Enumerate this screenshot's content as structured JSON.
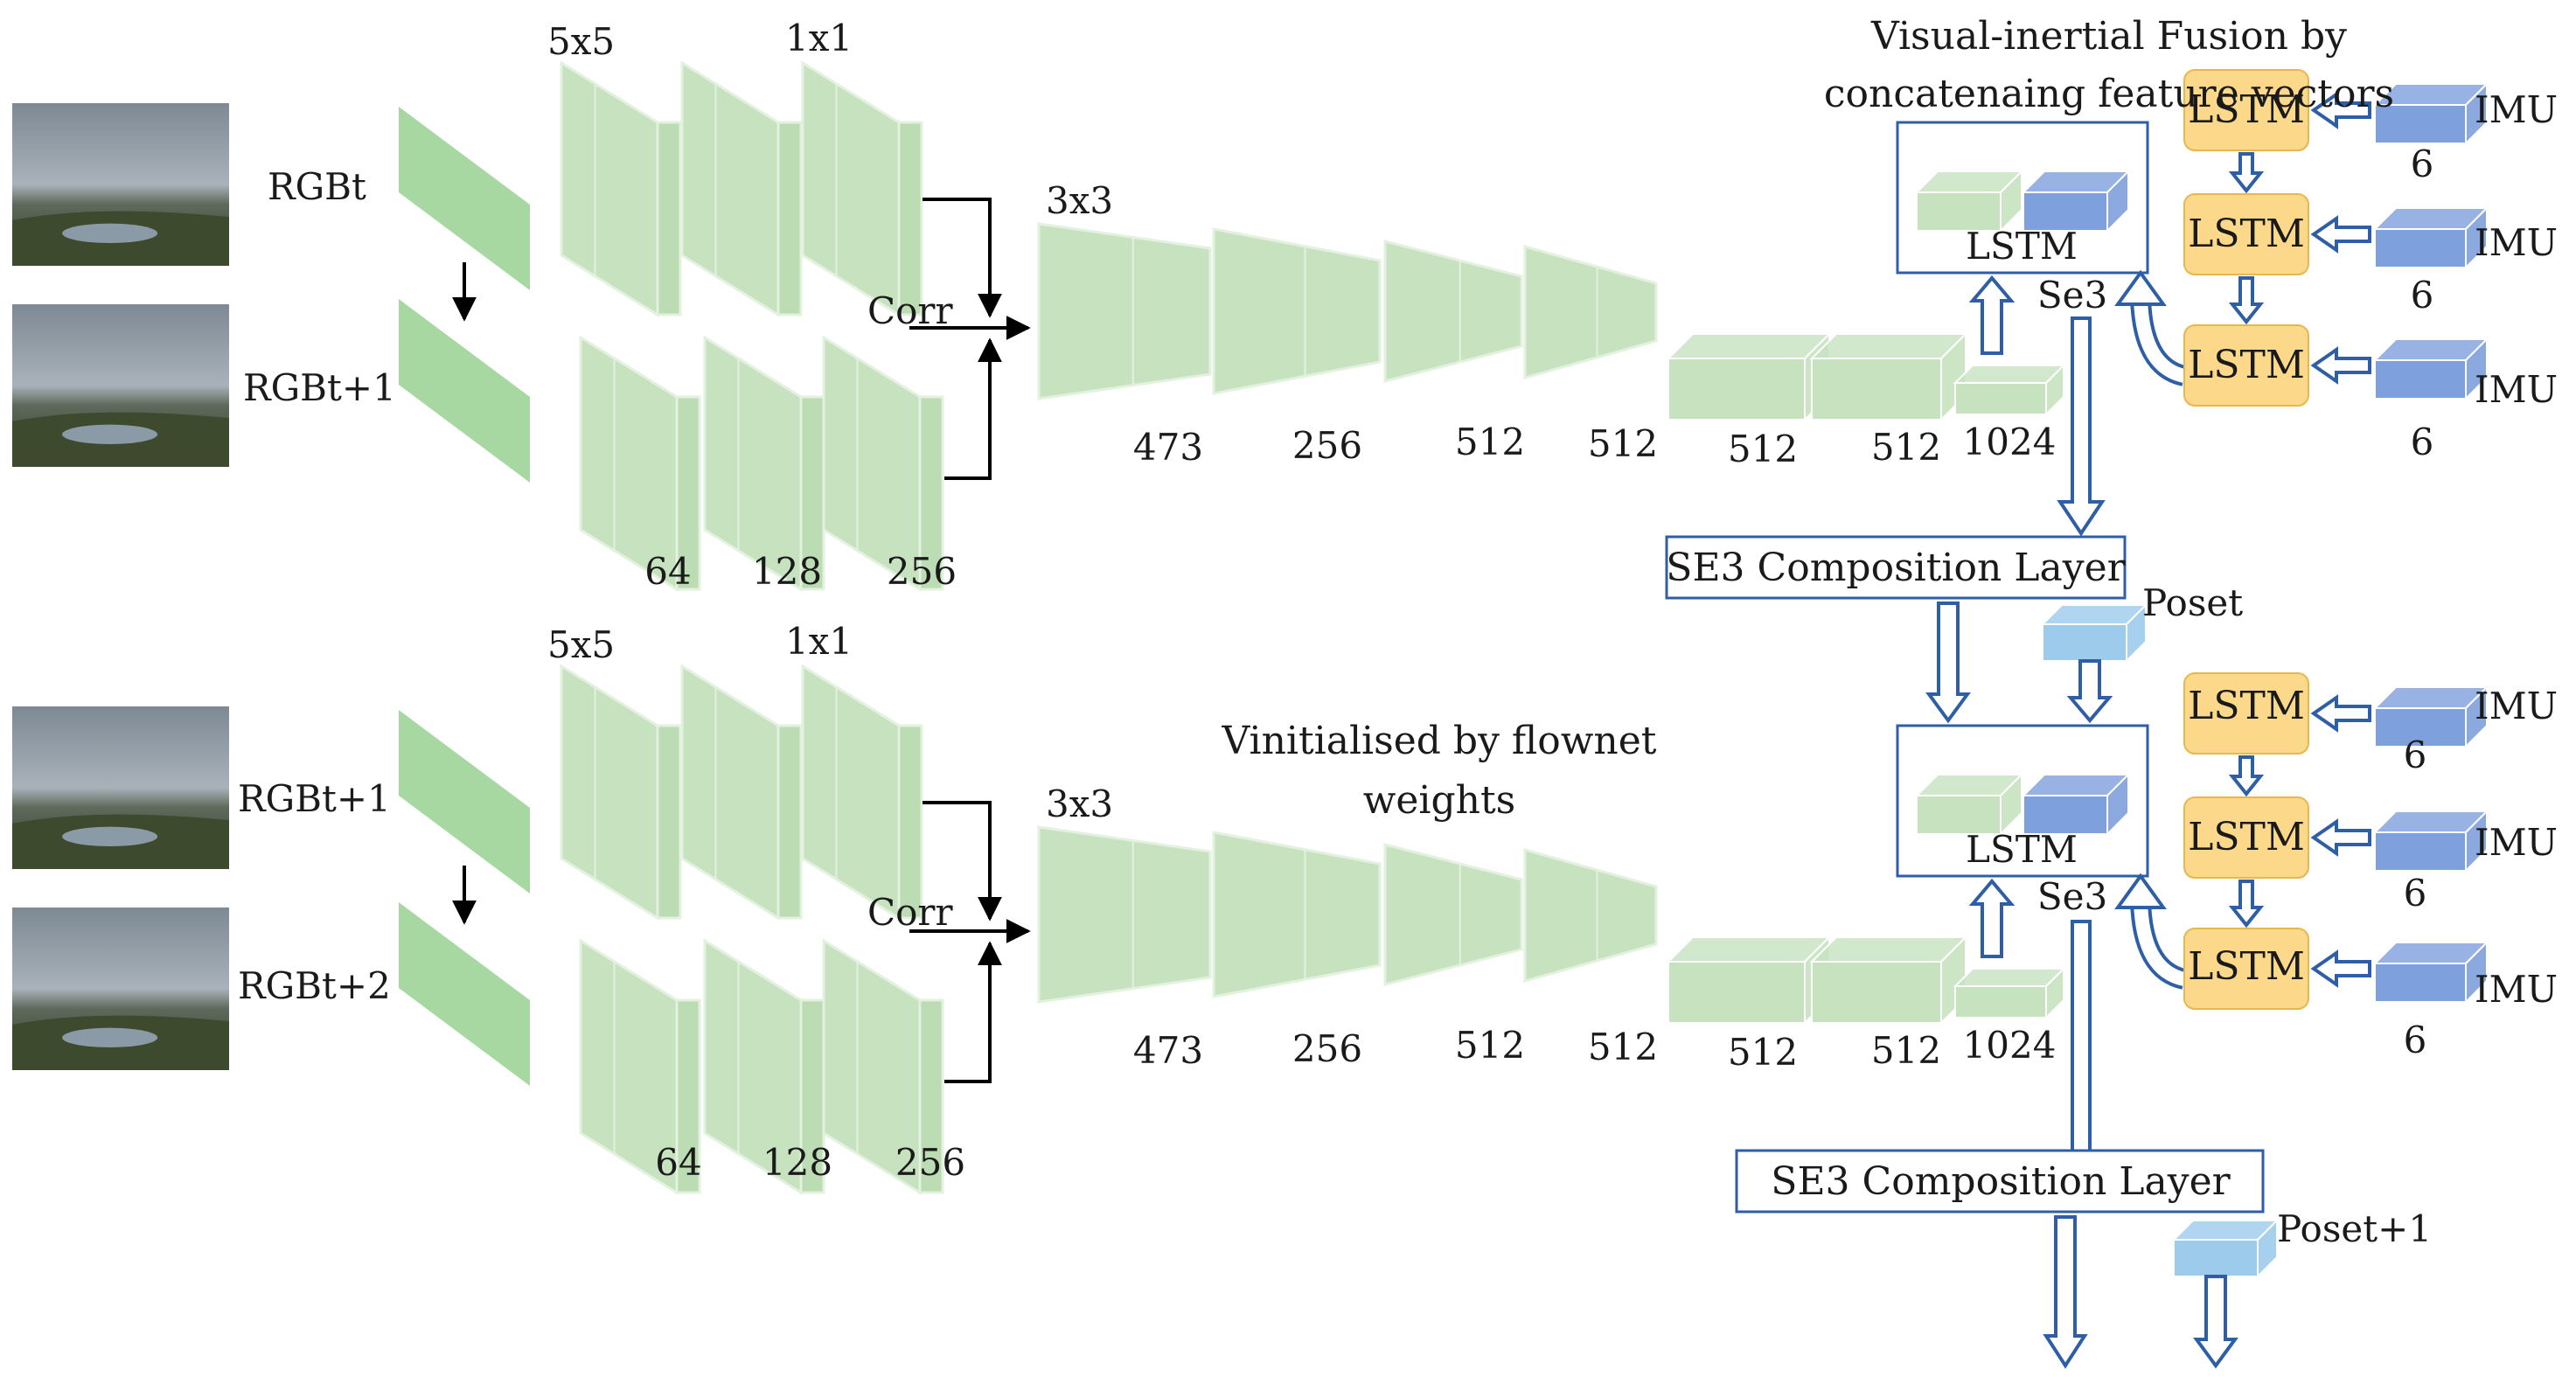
{
  "labels": {
    "rgb_t": "RGBt",
    "rgb_t1": "RGBt+1",
    "rgb_t2": "RGBt+2",
    "k5": "5x5",
    "k1": "1x1",
    "k3": "3x3",
    "corr": "Corr",
    "lstm": "LSTM",
    "se3": "Se3",
    "imu": "IMU",
    "imu_dim": "6",
    "se3_layer": "SE3 Composition Layer",
    "pose": "Poset",
    "pose_next": "Poset+1",
    "fusion_line1": "Visual-inertial Fusion by",
    "fusion_line2": "concatenaing feature vectors",
    "init_line1": "Vinitialised by flownet",
    "init_line2": "weights"
  },
  "branch_channels": [
    "64",
    "128",
    "256"
  ],
  "conv_channels": [
    "473",
    "256",
    "512",
    "512",
    "512",
    "512",
    "1024"
  ],
  "colors": {
    "conv_fill": "#c6e2bf",
    "conv_stroke": "#e3f1df",
    "input_fill": "#a7d8a2",
    "lstm_fill": "#fcd88a",
    "lstm_stroke": "#e8b84f",
    "imu_fill": "#7ea0dc",
    "box_stroke": "#2e5fa6",
    "arrow_stroke": "#2e5fa6",
    "pose_fill": "#9ccbec"
  }
}
